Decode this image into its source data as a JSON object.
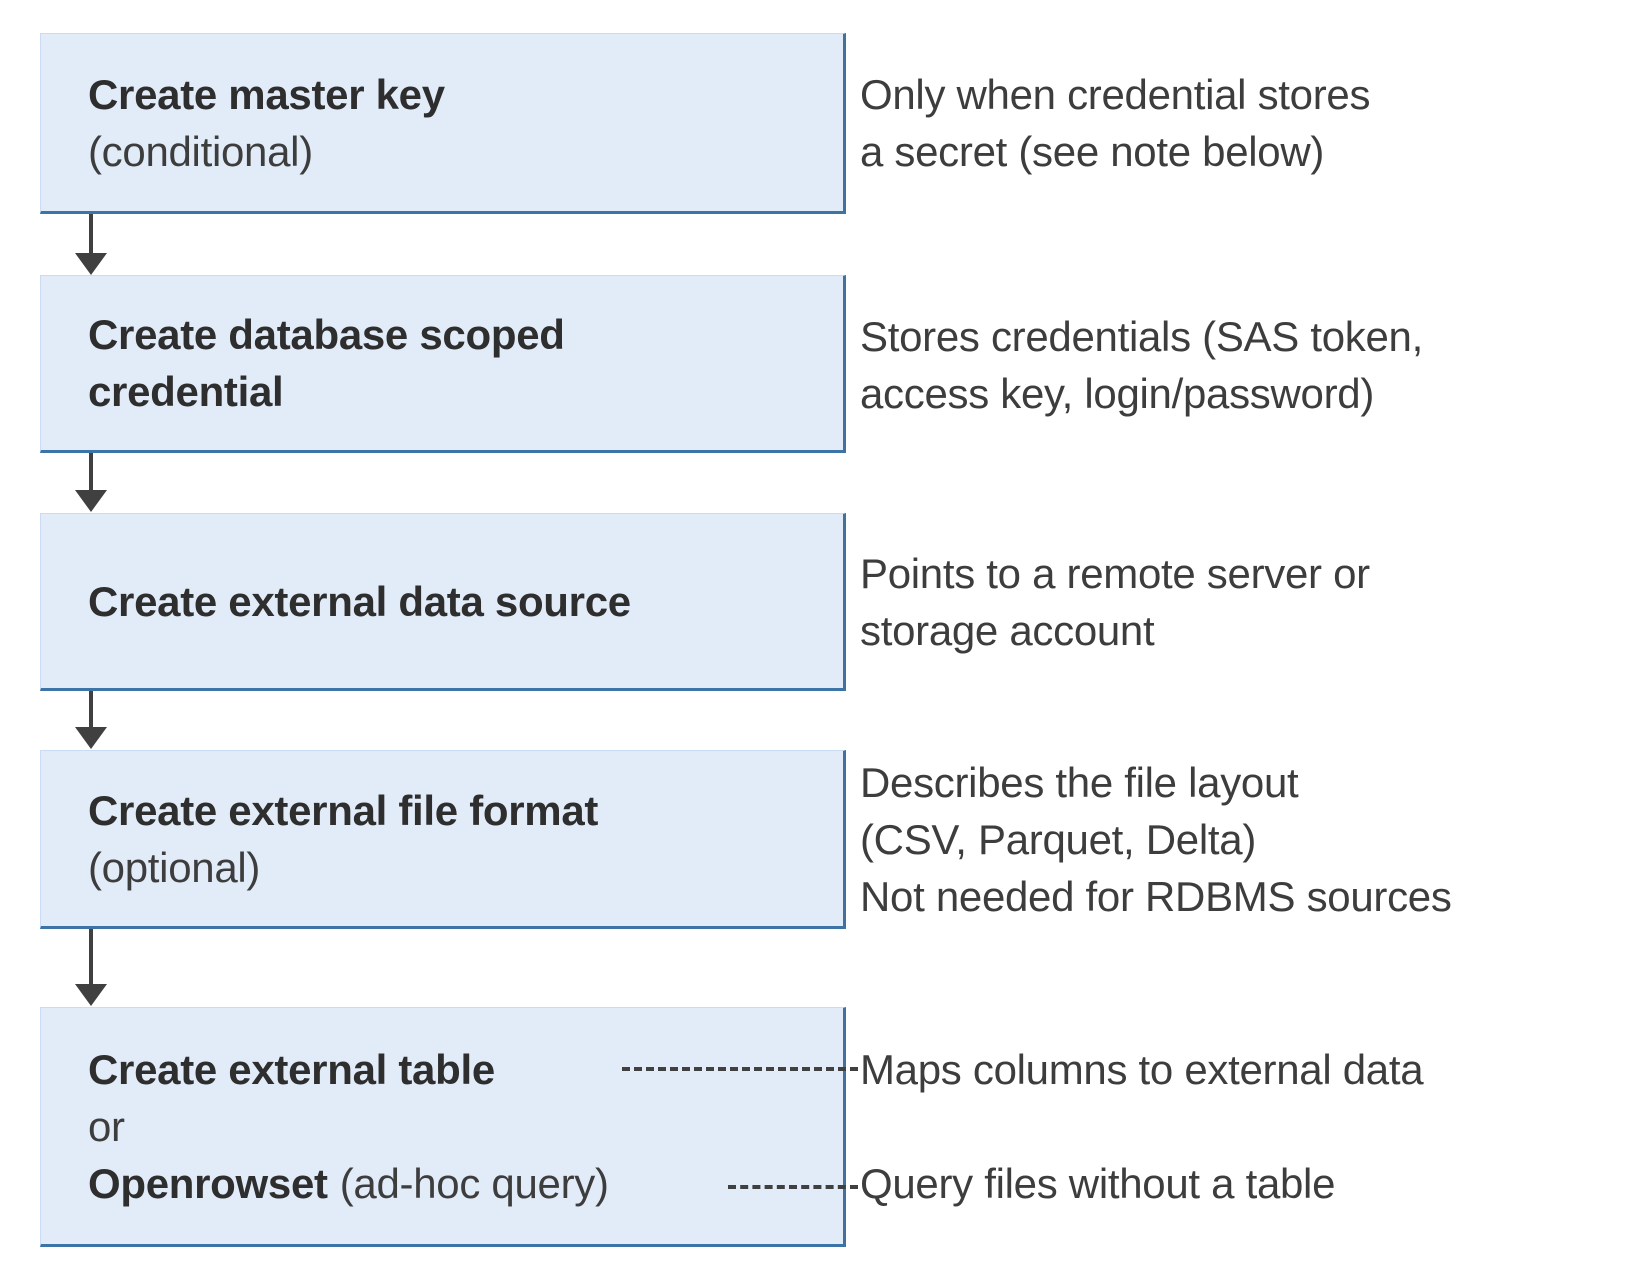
{
  "colors": {
    "box_fill": "#e2ecf9",
    "box_border_blue": "#41719c",
    "arrow_gray": "#404040",
    "text_gray": "#3d3d3d"
  },
  "flow": {
    "boxes": {
      "master_key": {
        "title": "Create master key",
        "qualifier": "(conditional)"
      },
      "scoped_credential": {
        "title_line1": "Create database scoped",
        "title_line2": "credential"
      },
      "data_source": {
        "title": "Create external data source"
      },
      "file_format": {
        "title": "Create external file format",
        "qualifier": "(optional)"
      },
      "table_or_openrowset": {
        "title": "Create external table",
        "conjunction": "or",
        "alt_title": "Openrowset",
        "alt_qualifier": "(ad-hoc query)"
      }
    },
    "notes": {
      "master_key": [
        "Only when credential stores",
        "a secret (see note below)"
      ],
      "scoped_credential": [
        "Stores credentials (SAS token,",
        "access key, login/password)"
      ],
      "data_source": [
        "Points to a remote server or",
        "storage account"
      ],
      "file_format": [
        "Describes the file layout",
        "(CSV, Parquet, Delta)",
        "Not needed for RDBMS sources"
      ],
      "external_table": "Maps columns to external data",
      "openrowset": "Query files without a table"
    }
  }
}
